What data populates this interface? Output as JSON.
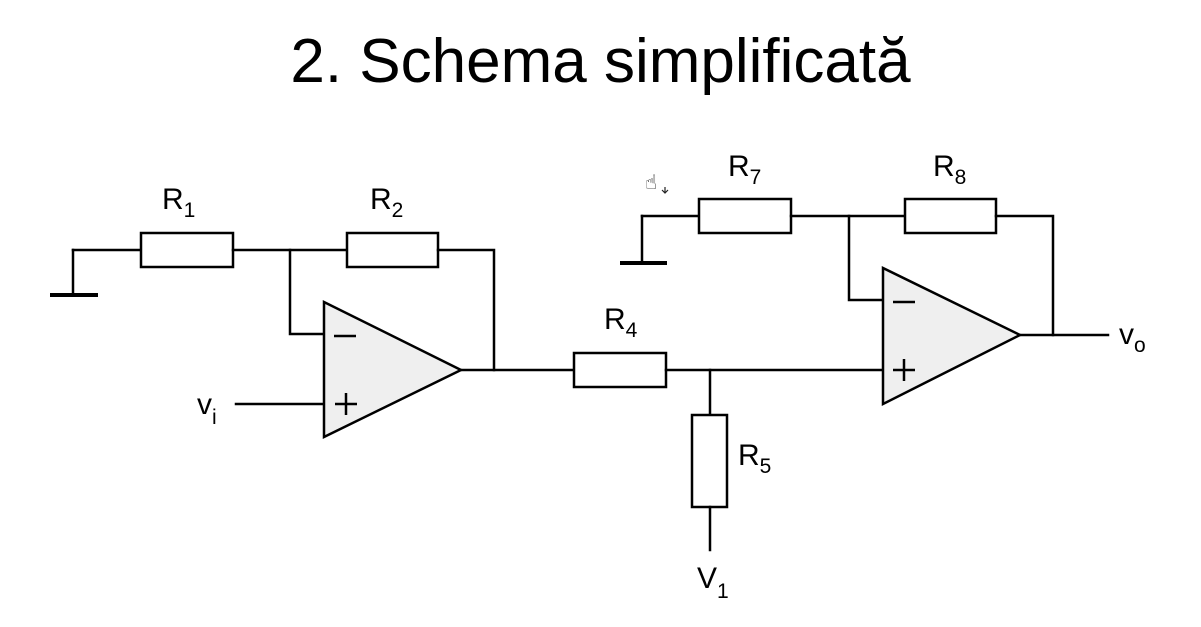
{
  "title": "2. Schema simplificată",
  "labels": {
    "r1": {
      "main": "R",
      "sub": "1"
    },
    "r2": {
      "main": "R",
      "sub": "2"
    },
    "r4": {
      "main": "R",
      "sub": "4"
    },
    "r5": {
      "main": "R",
      "sub": "5"
    },
    "r7": {
      "main": "R",
      "sub": "7"
    },
    "r8": {
      "main": "R",
      "sub": "8"
    },
    "vi": {
      "main": "v",
      "sub": "i"
    },
    "vo": {
      "main": "v",
      "sub": "o"
    },
    "v1": {
      "main": "V",
      "sub": "1"
    }
  },
  "cursor": {
    "icon": "hand-pointer-icon",
    "glyph": "☝"
  }
}
